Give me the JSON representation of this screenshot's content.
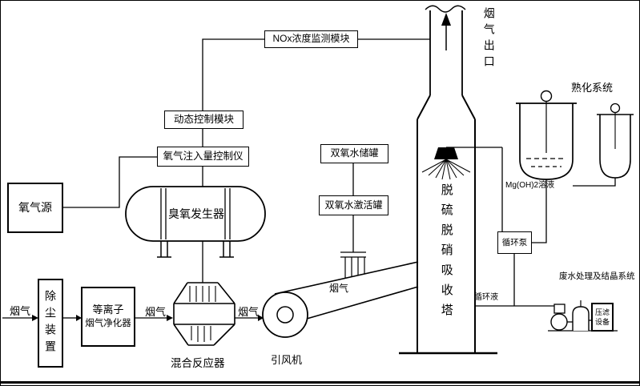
{
  "control_chain": {
    "nox_monitor": "NOx浓度监测模块",
    "dynamic_control": "动态控制模块",
    "oxygen_injection_controller": "氧气注入量控制仪",
    "oxygen_source": "氧气源",
    "ozone_generator": "臭氧发生器"
  },
  "h2o2": {
    "storage_tank": "双氧水储罐",
    "activation_tank": "双氧水激活罐"
  },
  "gas_path": {
    "flue_gas_in": "烟气",
    "dust_collector": "除尘装置",
    "plasma_purifier_line1": "等离子",
    "plasma_purifier_line2": "烟气净化器",
    "flue_gas_1": "烟气",
    "mixing_reactor": "混合反应器",
    "flue_gas_2": "烟气",
    "fan": "引风机",
    "flue_gas_duct": "烟气",
    "tower": "脱硫脱硝吸收塔",
    "flue_gas_outlet": "烟气出口"
  },
  "slurry": {
    "aging_system": "熟化系统",
    "mgoh2_solution": "Mg(OH)2溶液",
    "circulation_pump": "循环泵",
    "circulating_liquid": "循环液",
    "wastewater_system": "废水处理及结晶系统",
    "filter_equipment": "压滤设备"
  },
  "colors": {
    "line": "#000000",
    "background": "#ffffff"
  }
}
